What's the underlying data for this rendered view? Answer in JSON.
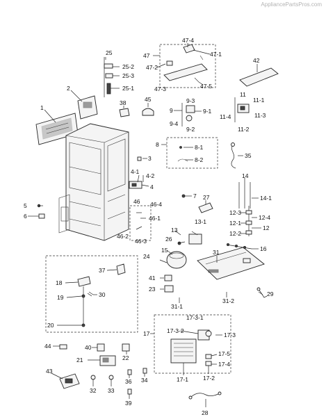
{
  "watermark": "AppliancePartsPros.com",
  "callouts": {
    "c1": "1",
    "c2": "2",
    "c3": "3",
    "c4": "4",
    "c4_1": "4-1",
    "c4_2": "4-2",
    "c5": "5",
    "c6": "6",
    "c7": "7",
    "c8": "8",
    "c8_1": "8-1",
    "c8_2": "8-2",
    "c9": "9",
    "c9_1": "9-1",
    "c9_2": "9-2",
    "c9_3": "9-3",
    "c9_4": "9-4",
    "c11": "11",
    "c11_1": "11-1",
    "c11_2": "11-2",
    "c11_3": "11-3",
    "c11_4": "11-4",
    "c12": "12",
    "c12_1": "12-1",
    "c12_2": "12-2",
    "c12_3": "12-3",
    "c12_4": "12-4",
    "c13": "13",
    "c13_1": "13-1",
    "c14": "14",
    "c14_1": "14-1",
    "c15": "15",
    "c16": "16",
    "c17": "17",
    "c17_1": "17-1",
    "c17_2": "17-2",
    "c17_3": "17-3",
    "c17_3_1": "17-3-1",
    "c17_3_2": "17-3-2",
    "c17_4": "17-4",
    "c17_5": "17-5",
    "c18": "18",
    "c19": "19",
    "c20": "20",
    "c21": "21",
    "c22": "22",
    "c23": "23",
    "c24": "24",
    "c25": "25",
    "c25_1": "25-1",
    "c25_2": "25-2",
    "c25_3": "25-3",
    "c26": "26",
    "c27": "27",
    "c28": "28",
    "c29": "29",
    "c30": "30",
    "c31": "31",
    "c31_1": "31-1",
    "c31_2": "31-2",
    "c32": "32",
    "c33": "33",
    "c34": "34",
    "c35": "35",
    "c36": "36",
    "c37": "37",
    "c38": "38",
    "c39": "39",
    "c40": "40",
    "c41": "41",
    "c42": "42",
    "c43": "43",
    "c44": "44",
    "c45": "45",
    "c46": "46",
    "c46_1": "46-1",
    "c46_2": "46-2",
    "c46_3": "46-3",
    "c46_4": "46-4",
    "c47": "47",
    "c47_1": "47-1",
    "c47_2": "47-2",
    "c47_3": "47-3",
    "c47_4": "47-4",
    "c47_5": "47-5"
  }
}
